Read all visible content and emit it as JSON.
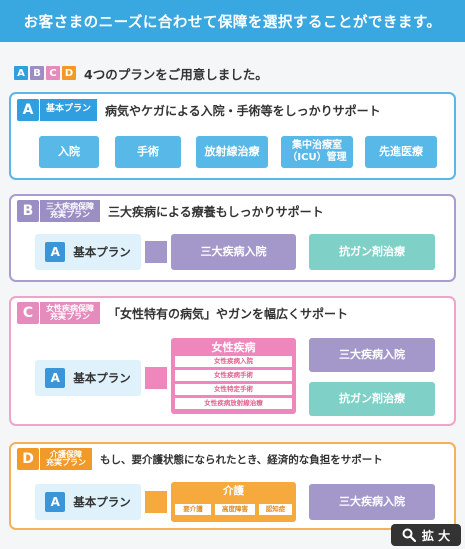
{
  "header": {
    "title": "お客さまのニーズに合わせて保障を選択することができます。"
  },
  "intro": {
    "letters": [
      "A",
      "B",
      "C",
      "D"
    ],
    "text": "4つのプランをご用意しました。"
  },
  "colors": {
    "a": "#2f9fe0",
    "b": "#9b8ec4",
    "c": "#e58bbd",
    "d": "#f19a29",
    "header": "#3aa8e0"
  },
  "plan_a": {
    "letter": "A",
    "tag": "基本プラン",
    "headline": "病気やケガによる入院・手術等をしっかりサポート",
    "items": [
      "入院",
      "手術",
      "放射線治療",
      "集中治療室\n（ICU）管理",
      "先進医療"
    ]
  },
  "plan_b": {
    "letter": "B",
    "tag_line1": "三大疾病保障",
    "tag_line2": "充実プラン",
    "headline": "三大疾病による療養もしっかりサポート",
    "base_letter": "A",
    "base_label": "基本プラン",
    "items": [
      "三大疾病入院",
      "抗ガン剤治療"
    ]
  },
  "plan_c": {
    "letter": "C",
    "tag_line1": "女性疾病保障",
    "tag_line2": "充実プラン",
    "headline": "「女性特有の病気」やガンを幅広くサポート",
    "base_letter": "A",
    "base_label": "基本プラン",
    "group_title": "女性疾病",
    "group_items": [
      "女性疾病入院",
      "女性疾病手術",
      "女性特定手術",
      "女性疾病放射線治療"
    ],
    "items": [
      "三大疾病入院",
      "抗ガン剤治療"
    ]
  },
  "plan_d": {
    "letter": "D",
    "tag_line1": "介護保障",
    "tag_line2": "充実プラン",
    "headline": "もし、要介護状態になられたとき、経済的な負担をサポート",
    "base_letter": "A",
    "base_label": "基本プラン",
    "group_title": "介護",
    "group_items": [
      "要介護",
      "高度障害",
      "認知症"
    ],
    "items": [
      "三大疾病入院"
    ]
  },
  "zoom": {
    "label": "拡 大",
    "icon": "magnifier-icon"
  }
}
